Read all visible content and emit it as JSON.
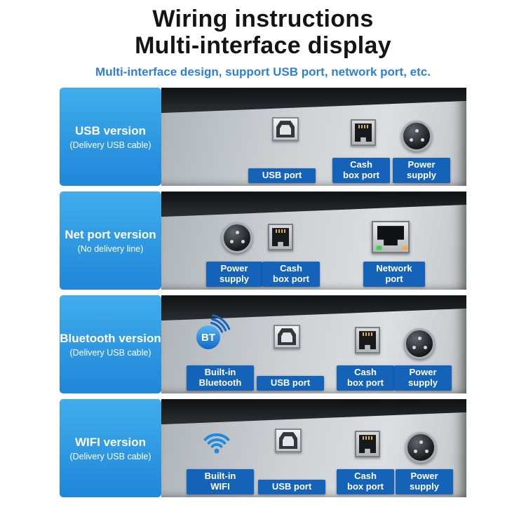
{
  "header": {
    "title_line1": "Wiring instructions",
    "title_line2": "Multi-interface display",
    "subtitle": "Multi-interface design, support USB port, network port, etc."
  },
  "colors": {
    "title_text": "#141414",
    "subtitle_blue": "#2e7fd6",
    "version_box_blue_top": "#41adec",
    "version_box_blue_bottom": "#1f86d9",
    "port_label_blue": "#1463b8",
    "led_green": "#39d439",
    "led_amber": "#ffaa22"
  },
  "icons": {
    "bt_text": "BT"
  },
  "rows": [
    {
      "version_label": "USB version",
      "version_sublabel": "(Delivery USB cable)",
      "ports": [
        {
          "icon": "usb-b-port",
          "line1": "USB port",
          "line2": ""
        },
        {
          "icon": "rj11-cashbox-port",
          "line1": "Cash",
          "line2": "box port"
        },
        {
          "icon": "power-din-port",
          "line1": "Power",
          "line2": "supply"
        }
      ]
    },
    {
      "version_label": "Net port version",
      "version_sublabel": "(No delivery line)",
      "ports": [
        {
          "icon": "power-din-port",
          "line1": "Power",
          "line2": "supply"
        },
        {
          "icon": "rj11-cashbox-port",
          "line1": "Cash",
          "line2": "box port"
        },
        {
          "icon": "rj45-network-port",
          "line1": "Network",
          "line2": "port"
        }
      ]
    },
    {
      "version_label": "Bluetooth version",
      "version_sublabel": "(Delivery USB cable)",
      "ports": [
        {
          "icon": "bluetooth-badge",
          "line1": "Built-in",
          "line2": "Bluetooth"
        },
        {
          "icon": "usb-b-port",
          "line1": "USB port",
          "line2": ""
        },
        {
          "icon": "rj11-cashbox-port",
          "line1": "Cash",
          "line2": "box port"
        },
        {
          "icon": "power-din-port",
          "line1": "Power",
          "line2": "supply"
        }
      ]
    },
    {
      "version_label": "WIFI version",
      "version_sublabel": "(Delivery USB cable)",
      "ports": [
        {
          "icon": "wifi-badge",
          "line1": "Built-in",
          "line2": "WIFI"
        },
        {
          "icon": "usb-b-port",
          "line1": "USB port",
          "line2": ""
        },
        {
          "icon": "rj11-cashbox-port",
          "line1": "Cash",
          "line2": "box port"
        },
        {
          "icon": "power-din-port",
          "line1": "Power",
          "line2": "supply"
        }
      ]
    }
  ]
}
